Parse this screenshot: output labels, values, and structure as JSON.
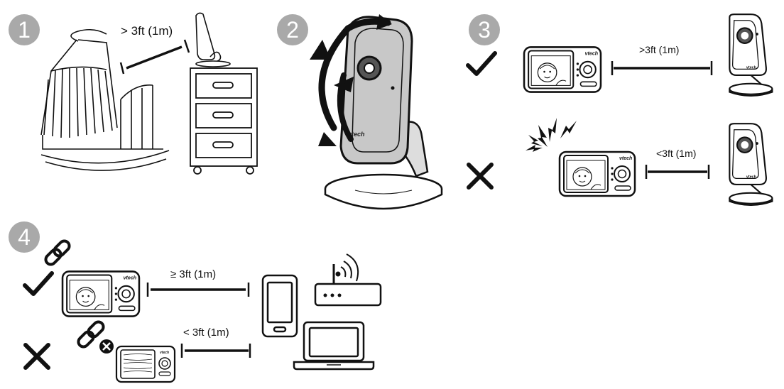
{
  "steps": [
    {
      "number": "1"
    },
    {
      "number": "2"
    },
    {
      "number": "3"
    },
    {
      "number": "4"
    }
  ],
  "step1": {
    "distance_label": "> 3ft (1m)"
  },
  "step2": {
    "camera_brand": "vtech"
  },
  "step3": {
    "correct_label": ">3ft (1m)",
    "incorrect_label": "<3ft (1m)",
    "parent_unit_brand": "vtech",
    "camera_brand": "vtech"
  },
  "step4": {
    "correct_label": "≥  3ft (1m)",
    "incorrect_label": "<  3ft (1m)",
    "parent_unit_brand": "vtech"
  },
  "icons": {
    "check": "check-icon",
    "cross": "cross-icon",
    "link": "link-icon",
    "unlink": "unlink-icon",
    "interference": "lightning-icon",
    "wifi": "wifi-icon"
  },
  "colors": {
    "badge": "#a9a9a9",
    "camera_body": "#c8c8c8",
    "line": "#111111"
  }
}
